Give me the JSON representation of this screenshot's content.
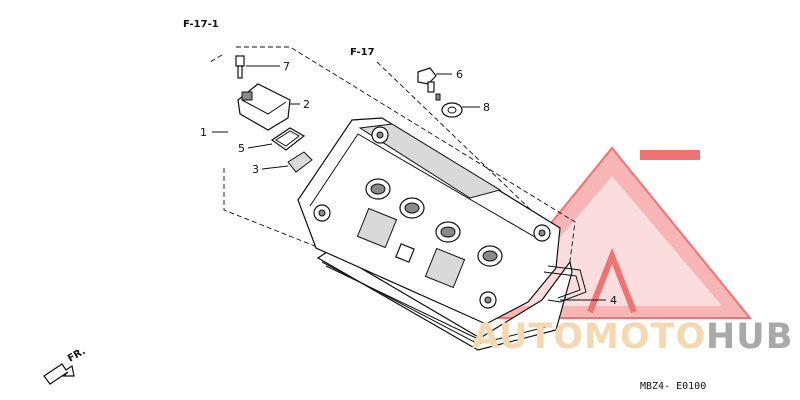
{
  "references": {
    "f17_1": "F-17-1",
    "f17": "F-17"
  },
  "callouts": [
    {
      "id": "callout-1",
      "label": "1"
    },
    {
      "id": "callout-2",
      "label": "2"
    },
    {
      "id": "callout-3",
      "label": "3"
    },
    {
      "id": "callout-4",
      "label": "4"
    },
    {
      "id": "callout-5",
      "label": "5"
    },
    {
      "id": "callout-6",
      "label": "6"
    },
    {
      "id": "callout-7",
      "label": "7"
    },
    {
      "id": "callout-8",
      "label": "8"
    }
  ],
  "front_marker": "FR.",
  "diagram_code": "MBZ4- E0100",
  "watermark": {
    "text_a": "AUTOMOTO",
    "text_b": "HUB",
    "color_red": "#ef5a5a",
    "color_orange": "#f4d8b0",
    "color_grey": "#a9a9a9"
  }
}
